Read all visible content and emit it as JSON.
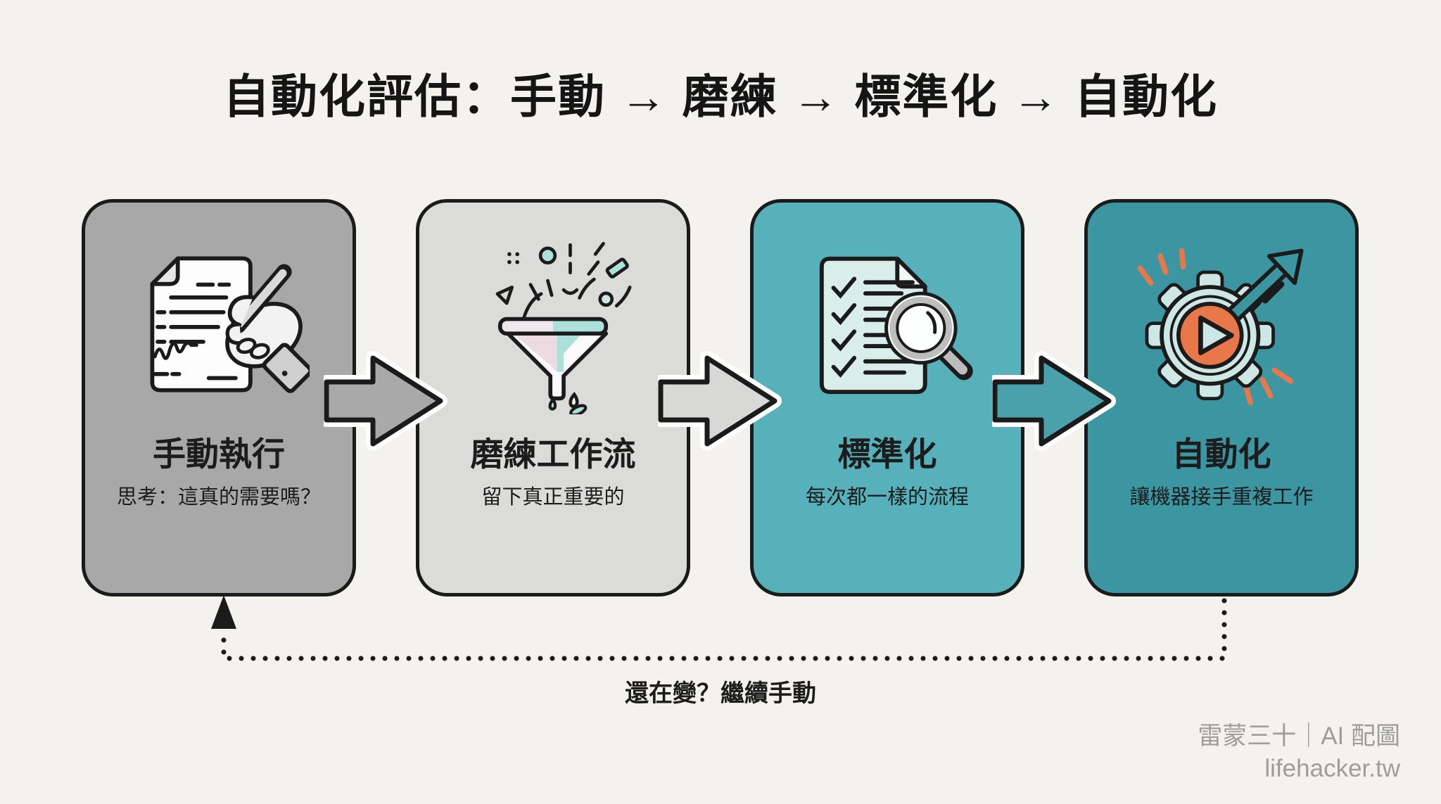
{
  "title": "自動化評估：手動 → 磨練 → 標準化 → 自動化",
  "steps": [
    {
      "id": "manual",
      "title": "手動執行",
      "subtitle": "思考：這真的需要嗎？",
      "icon": "handwriting-document-icon",
      "bg": "#a8a8a8"
    },
    {
      "id": "refine",
      "title": "磨練工作流",
      "subtitle": "留下真正重要的",
      "icon": "funnel-icon",
      "bg": "#dbdbda"
    },
    {
      "id": "standardize",
      "title": "標準化",
      "subtitle": "每次都一樣的流程",
      "icon": "checklist-magnifier-icon",
      "bg": "#56b1ba"
    },
    {
      "id": "automate",
      "title": "自動化",
      "subtitle": "讓機器接手重複工作",
      "icon": "gear-play-arrow-icon",
      "bg": "#3c96a2"
    }
  ],
  "arrows": [
    {
      "icon": "arrow-right-icon",
      "fill": "#a9a9a9"
    },
    {
      "icon": "arrow-right-icon",
      "fill": "#d8d8d7"
    },
    {
      "icon": "arrow-right-icon",
      "fill": "#4aa0ab"
    }
  ],
  "loop": {
    "label": "還在變？繼續手動",
    "style": "dotted",
    "direction": "step4-back-to-step1"
  },
  "watermark": {
    "line1": "雷蒙三十｜AI 配圖",
    "line2": "lifehacker.tw"
  },
  "colors": {
    "canvas_bg": "#f4f2ee",
    "outline": "#1b1b1b",
    "text": "#1c1c1c",
    "card1_bg": "#a8a8a8",
    "card2_bg": "#dbdbda",
    "card3_bg": "#56b1ba",
    "card4_bg": "#3c96a2",
    "arrow1": "#a9a9a9",
    "arrow2": "#d8d8d7",
    "arrow3": "#4aa0ab",
    "accent_orange": "#e8784a",
    "mint_bright": "#ace0da",
    "mint_light": "#cde7e4",
    "doc_mint": "#d9edeb",
    "pink_tint": "#eddbe4",
    "watermark": "#9e9e98"
  }
}
